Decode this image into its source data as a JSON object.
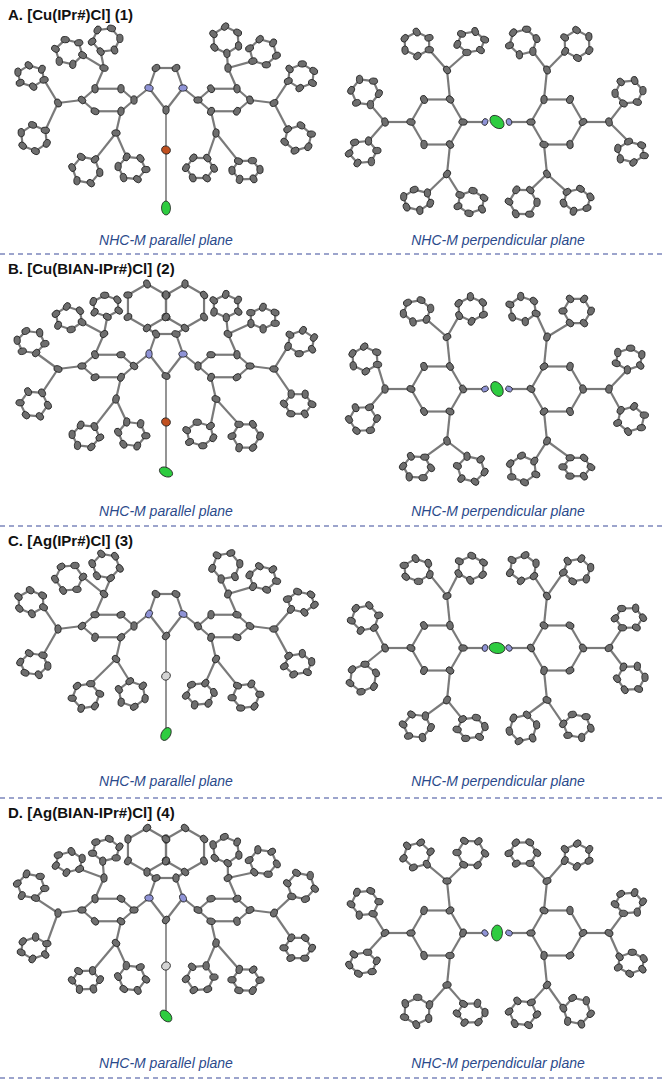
{
  "diagram": {
    "labels": [
      "A. [Cu(IPr#)Cl] (1)",
      "NHC-M parallel plane",
      "NHC-M perpendicular plane",
      "B. [Cu(BIAN-IPr#)Cl] (2)",
      "NHC-M parallel plane",
      "NHC-M perpendicular plane",
      "C. [Ag(IPr#)Cl] (3)",
      "NHC-M parallel plane",
      "NHC-M perpendicular plane",
      "D. [Ag(BIAN-IPr#)Cl] (4)",
      "NHC-M parallel plane",
      "NHC-M perpendicular plane"
    ]
  }
}
